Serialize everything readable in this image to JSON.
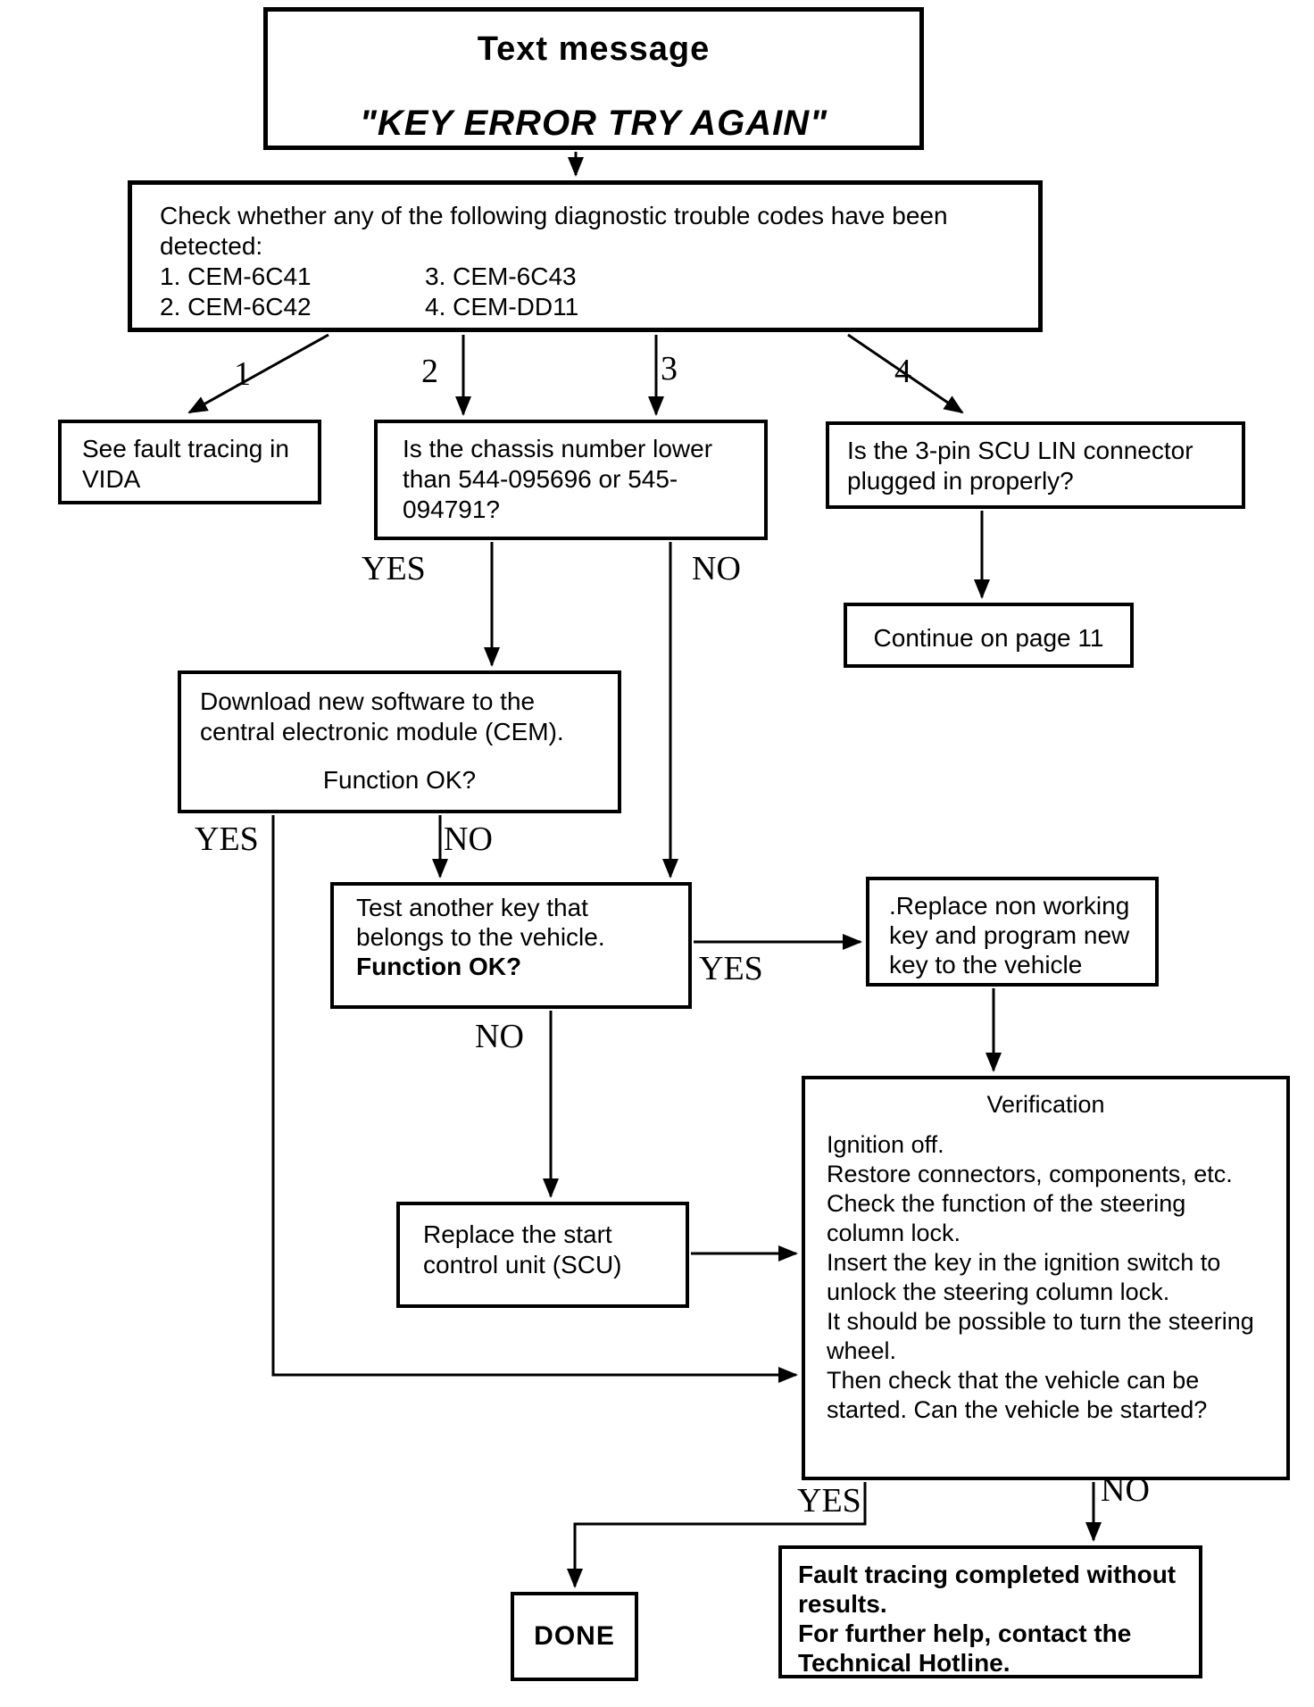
{
  "diagram": {
    "title_box": {
      "line1": "Text message",
      "line2": "\"KEY ERROR TRY AGAIN\""
    },
    "dtc_box": {
      "line1": "Check whether any of the following diagnostic trouble codes have been",
      "line2": "detected:",
      "items": [
        "1. CEM-6C41",
        "2. CEM-6C42",
        "3. CEM-6C43",
        "4. CEM-DD11"
      ]
    },
    "branch_numbers": [
      "1",
      "2",
      "3",
      "4"
    ],
    "vida_box": {
      "line1": "See fault tracing in",
      "line2": "VIDA"
    },
    "chassis_box": {
      "line1": "Is the chassis number lower",
      "line2": "than 544-095696 or 545-",
      "line3": "094791?"
    },
    "scu_lin_box": {
      "line1": "Is the 3-pin SCU LIN connector",
      "line2": "plugged in properly?"
    },
    "page11_box": {
      "text": "Continue on page 11"
    },
    "download_box": {
      "line1": "Download new software to the",
      "line2": "central electronic module (CEM).",
      "question": "Function OK?"
    },
    "test_key_box": {
      "line1": "Test another key that",
      "line2": "belongs to the vehicle.",
      "question": "Function OK?"
    },
    "replace_key_box": {
      "line1": ".Replace non working",
      "line2": "key and program new",
      "line3": "key to the vehicle"
    },
    "verification_box": {
      "title": "Verification",
      "lines": [
        "Ignition off.",
        "Restore connectors, components, etc.",
        "Check the function of the steering",
        "column lock.",
        "Insert the key in the ignition switch to",
        "unlock the steering column lock.",
        "It should be possible to turn the steering",
        "wheel.",
        "Then check that the vehicle can be",
        "started. Can the vehicle be started?"
      ]
    },
    "scu_box": {
      "line1": "Replace the start",
      "line2": "control unit (SCU)"
    },
    "done_box": {
      "text": "DONE"
    },
    "fault_box": {
      "lines": [
        "Fault tracing completed without",
        "results.",
        "For further help, contact the",
        "Technical Hotline."
      ]
    },
    "edge_labels": {
      "yes": "YES",
      "no": "NO"
    },
    "colors": {
      "ink": "#000000",
      "background": "#ffffff"
    }
  }
}
